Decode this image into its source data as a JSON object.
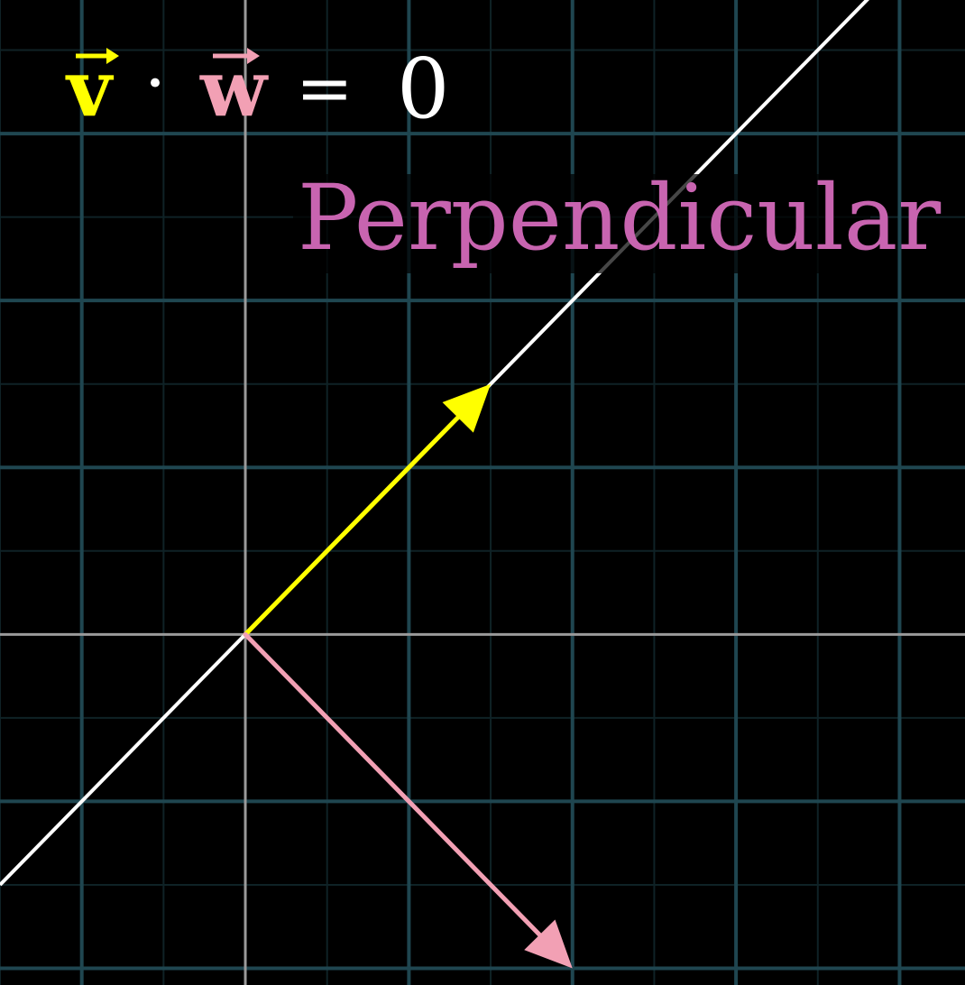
{
  "equation": {
    "vector_v": "v",
    "vector_w": "w",
    "dot_operator": "·",
    "equals": "=",
    "value": "0",
    "v_color": "#ffff00",
    "w_color": "#f2a0b4"
  },
  "label": {
    "text": "Perpendicular",
    "color": "#c864b0"
  },
  "plane": {
    "x_range": [
      -1.5,
      4.4
    ],
    "y_range": [
      -2.1,
      3.8
    ],
    "major_grid_color": "#1f4650",
    "minor_grid_color": "#0f2226",
    "axis_color": "#9a9a9a",
    "line_color": "#ffffff",
    "perpendicular_line_slope": 1
  },
  "vectors": [
    {
      "name": "v",
      "x": 1.5,
      "y": 1.5,
      "color": "#ffff00"
    },
    {
      "name": "w",
      "x": 2.0,
      "y": -2.0,
      "color": "#f2a0b4"
    }
  ]
}
